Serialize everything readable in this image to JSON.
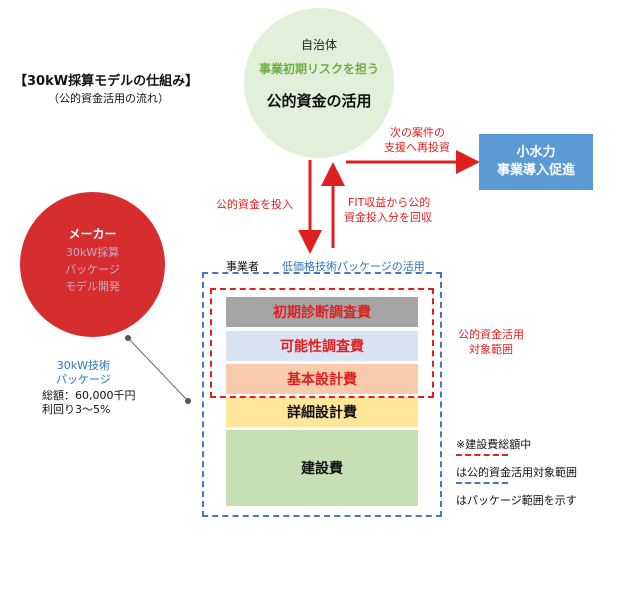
{
  "title": "【30kW採算モデルの仕組み】",
  "subtitle": "（公的資金活用の流れ）",
  "municipality": {
    "label": "自治体",
    "role": "事業初期リスクを担う",
    "main": "公的資金の活用"
  },
  "hydro_box": {
    "line1": "小水力",
    "line2": "事業導入促進"
  },
  "arrow_texts": {
    "reinvest_line1": "次の案件の",
    "reinvest_line2": "支援へ再投資",
    "invest": "公的資金を投入",
    "recover_line1": "FIT収益から公的",
    "recover_line2": "資金投入分を回収"
  },
  "maker": {
    "label": "メーカー",
    "sub_line1": "30kW採算",
    "sub_line2": "パッケージ",
    "sub_line3": "モデル開発"
  },
  "package": {
    "label_line1": "30kW技術",
    "label_line2": "パッケージ",
    "total": "総額：60,000千円",
    "yield": "利回り3～5%"
  },
  "operator": {
    "label": "事業者",
    "package_use": "低価格技術パッケージの活用"
  },
  "bars": [
    {
      "label": "初期診断調査費"
    },
    {
      "label": "可能性調査費"
    },
    {
      "label": "基本設計費"
    },
    {
      "label": "詳細設計費"
    },
    {
      "label": "建設費"
    }
  ],
  "scope": {
    "line1": "公的資金活用",
    "line2": "対象範囲"
  },
  "notes": {
    "heading": "※建設費総額中",
    "red_legend": "は公的資金活用対象範囲",
    "blue_legend": "はパッケージ範囲を示す"
  },
  "colors": {
    "green_circle": "#e2efd9",
    "green_text": "#70ad47",
    "red": "#e02020",
    "maker_red": "#d62e2e",
    "blue_box": "#5b9bd5",
    "blue_dash": "#4a74c8",
    "bar_gray": "#a5a5a5",
    "bar_lightblue": "#dae3f3",
    "bar_peach": "#f8cbad",
    "bar_yellow": "#ffe699",
    "bar_green": "#c5e0b4"
  }
}
